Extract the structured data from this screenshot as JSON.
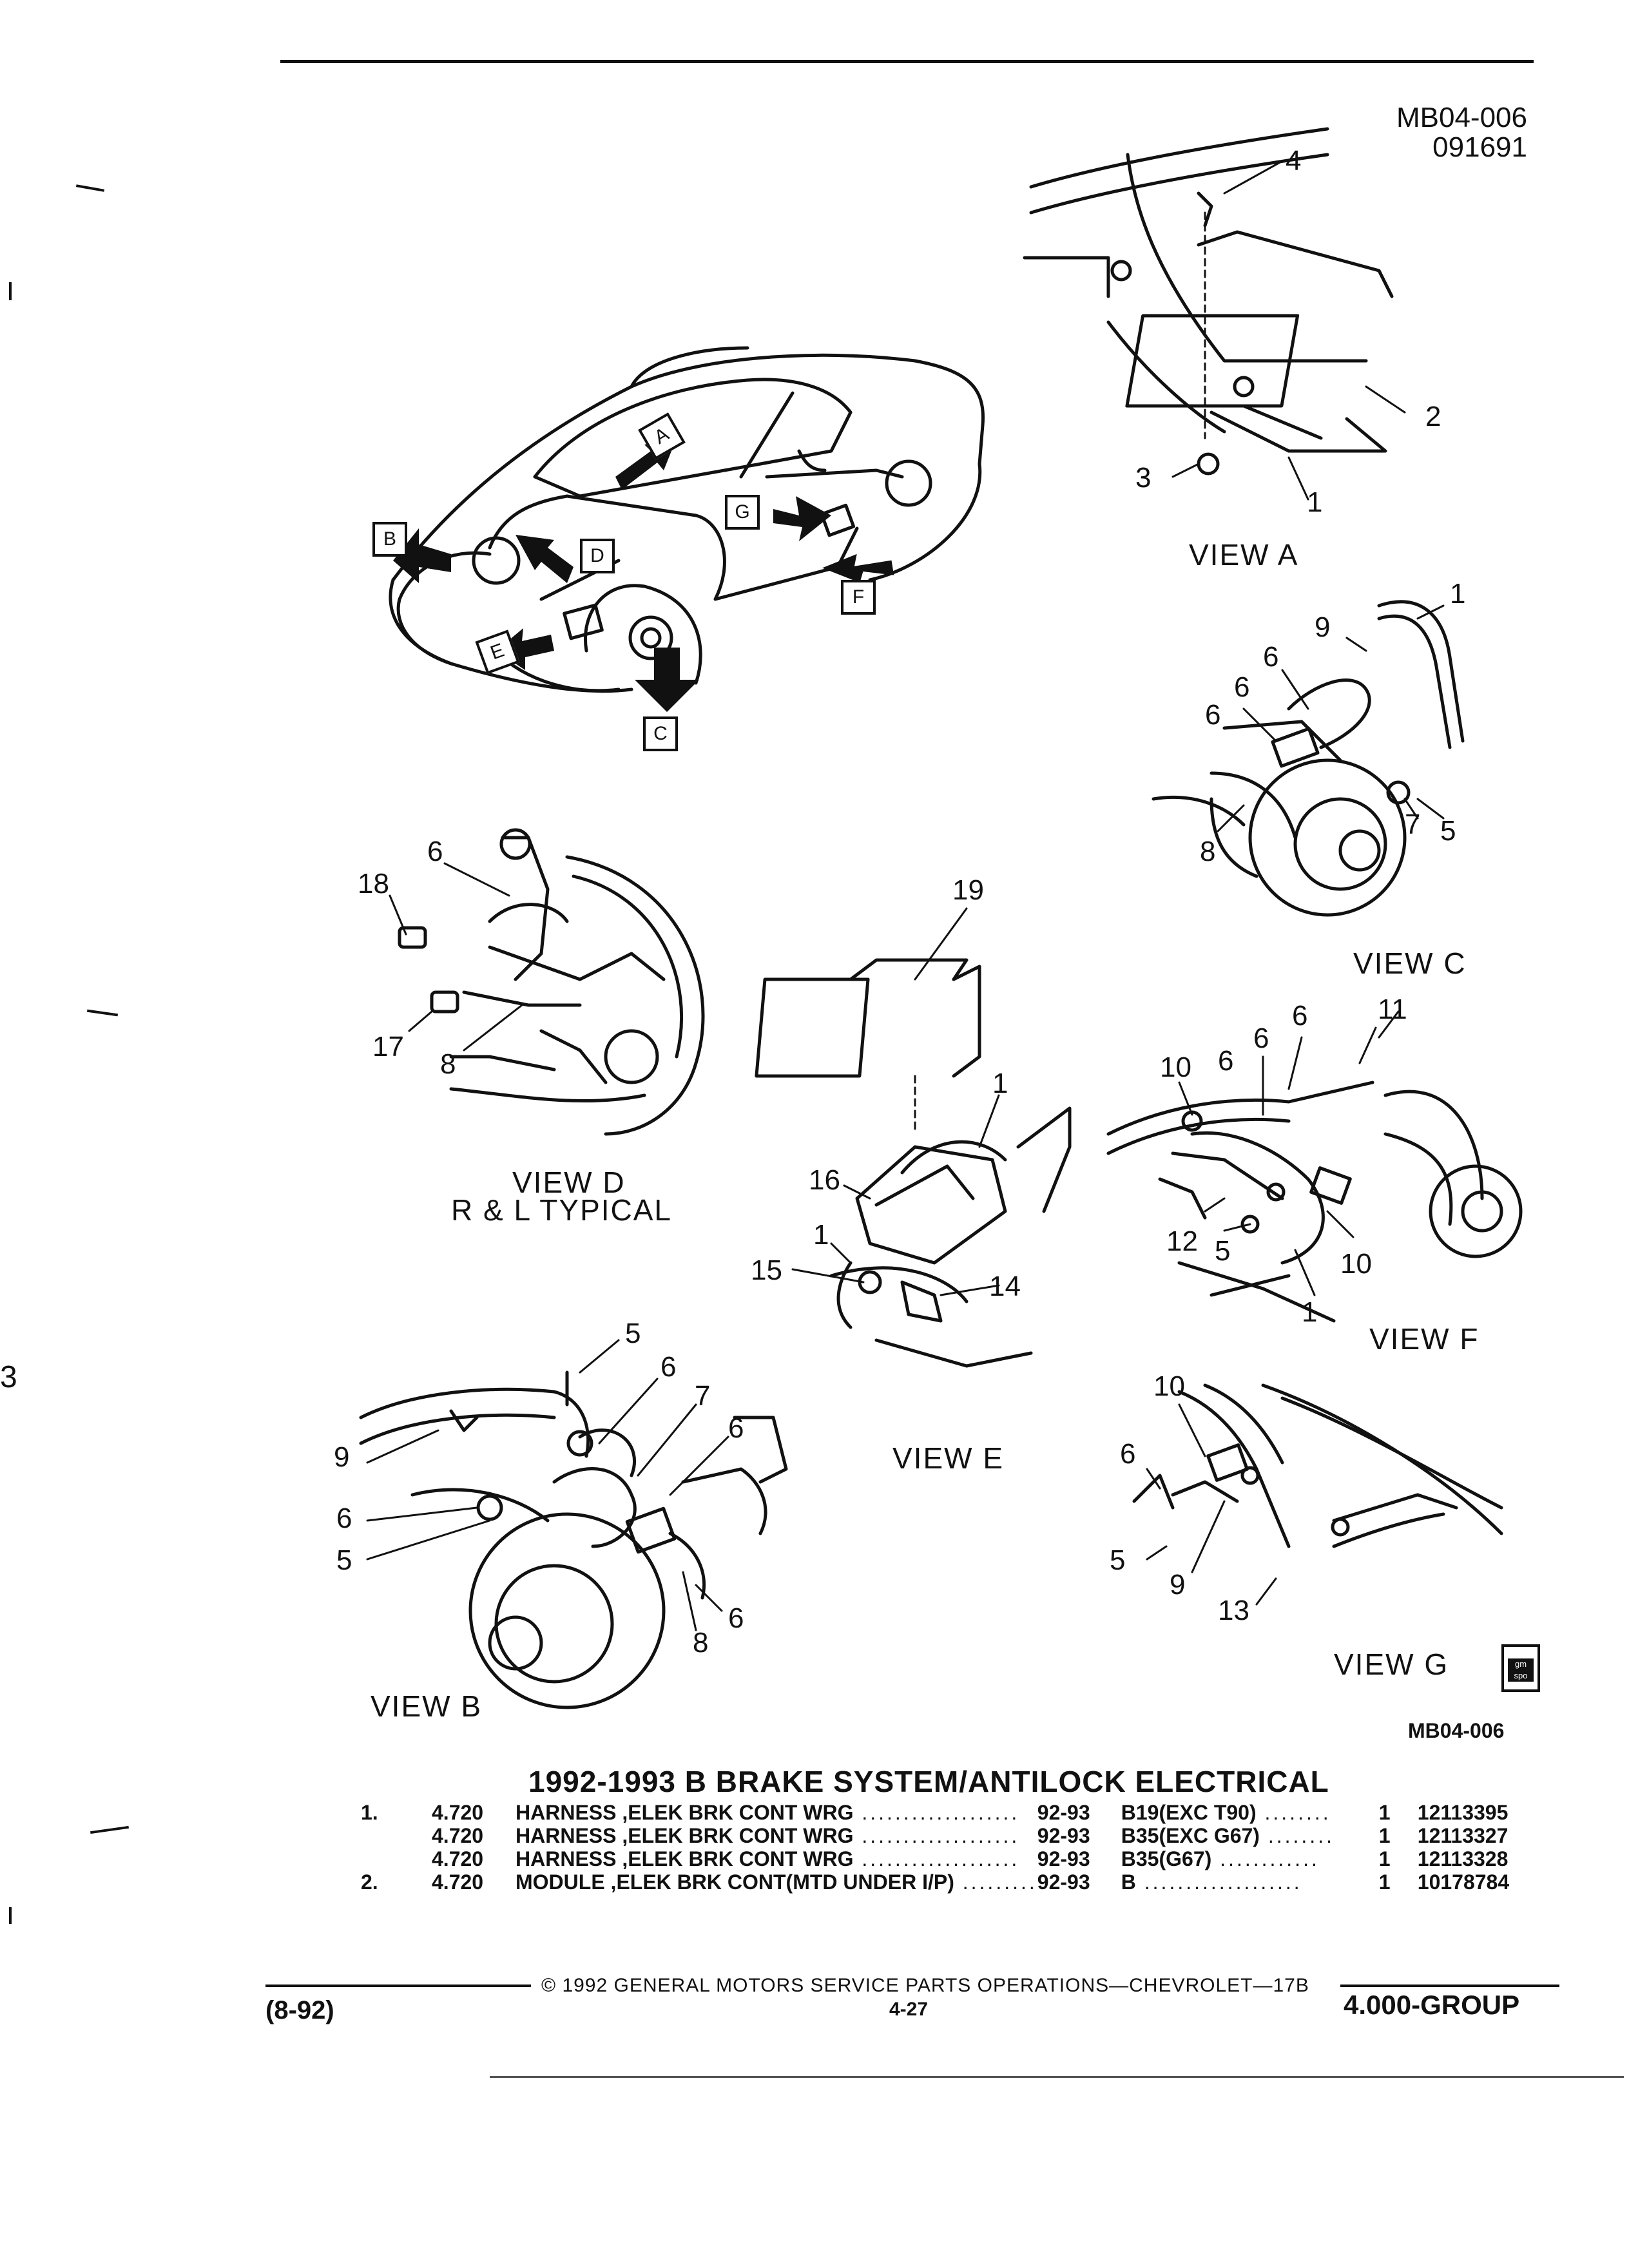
{
  "header": {
    "figure_code": "MB04-006",
    "figure_date": "091691"
  },
  "callouts": {
    "A": "A",
    "B": "B",
    "C": "C",
    "D": "D",
    "E": "E",
    "F": "F",
    "G": "G"
  },
  "views": {
    "a": "VIEW  A",
    "b": "VIEW  B",
    "c": "VIEW  C",
    "d": "VIEW  D",
    "d_sub": "R  &  L  TYPICAL",
    "e": "VIEW  E",
    "f": "VIEW  F",
    "g": "VIEW  G"
  },
  "labels": {
    "n1": "1",
    "n2": "2",
    "n3": "3",
    "n4": "4",
    "n5": "5",
    "n6": "6",
    "n7": "7",
    "n8": "8",
    "n9": "9",
    "n10": "10",
    "n11": "11",
    "n12": "12",
    "n13": "13",
    "n14": "14",
    "n15": "15",
    "n16": "16",
    "n17": "17",
    "n18": "18",
    "n19": "19"
  },
  "spo_logo": "gm spo",
  "figure_ref": "MB04-006",
  "section_title": "1992-1993 B BRAKE SYSTEM/ANTILOCK ELECTRICAL",
  "parts": [
    {
      "item": "1.",
      "group": "4.720",
      "desc": "HARNESS ,ELEK BRK CONT WRG",
      "years": "92-93",
      "usage": "B19(EXC T90)",
      "qty": "1",
      "part_no": "12113395"
    },
    {
      "item": "",
      "group": "4.720",
      "desc": "HARNESS ,ELEK BRK CONT WRG",
      "years": "92-93",
      "usage": "B35(EXC G67)",
      "qty": "1",
      "part_no": "12113327"
    },
    {
      "item": "",
      "group": "4.720",
      "desc": "HARNESS ,ELEK BRK CONT WRG",
      "years": "92-93",
      "usage": "B35(G67)",
      "qty": "1",
      "part_no": "12113328"
    },
    {
      "item": "2.",
      "group": "4.720",
      "desc": "MODULE ,ELEK BRK CONT(MTD UNDER I/P)",
      "years": "92-93",
      "usage": "B",
      "qty": "1",
      "part_no": "10178784"
    }
  ],
  "footer": {
    "copyright": "© 1992 GENERAL MOTORS SERVICE PARTS OPERATIONS—CHEVROLET—17B",
    "page": "4-27",
    "date_code": "(8-92)",
    "group": "4.000-GROUP"
  },
  "margin_mark": "3"
}
